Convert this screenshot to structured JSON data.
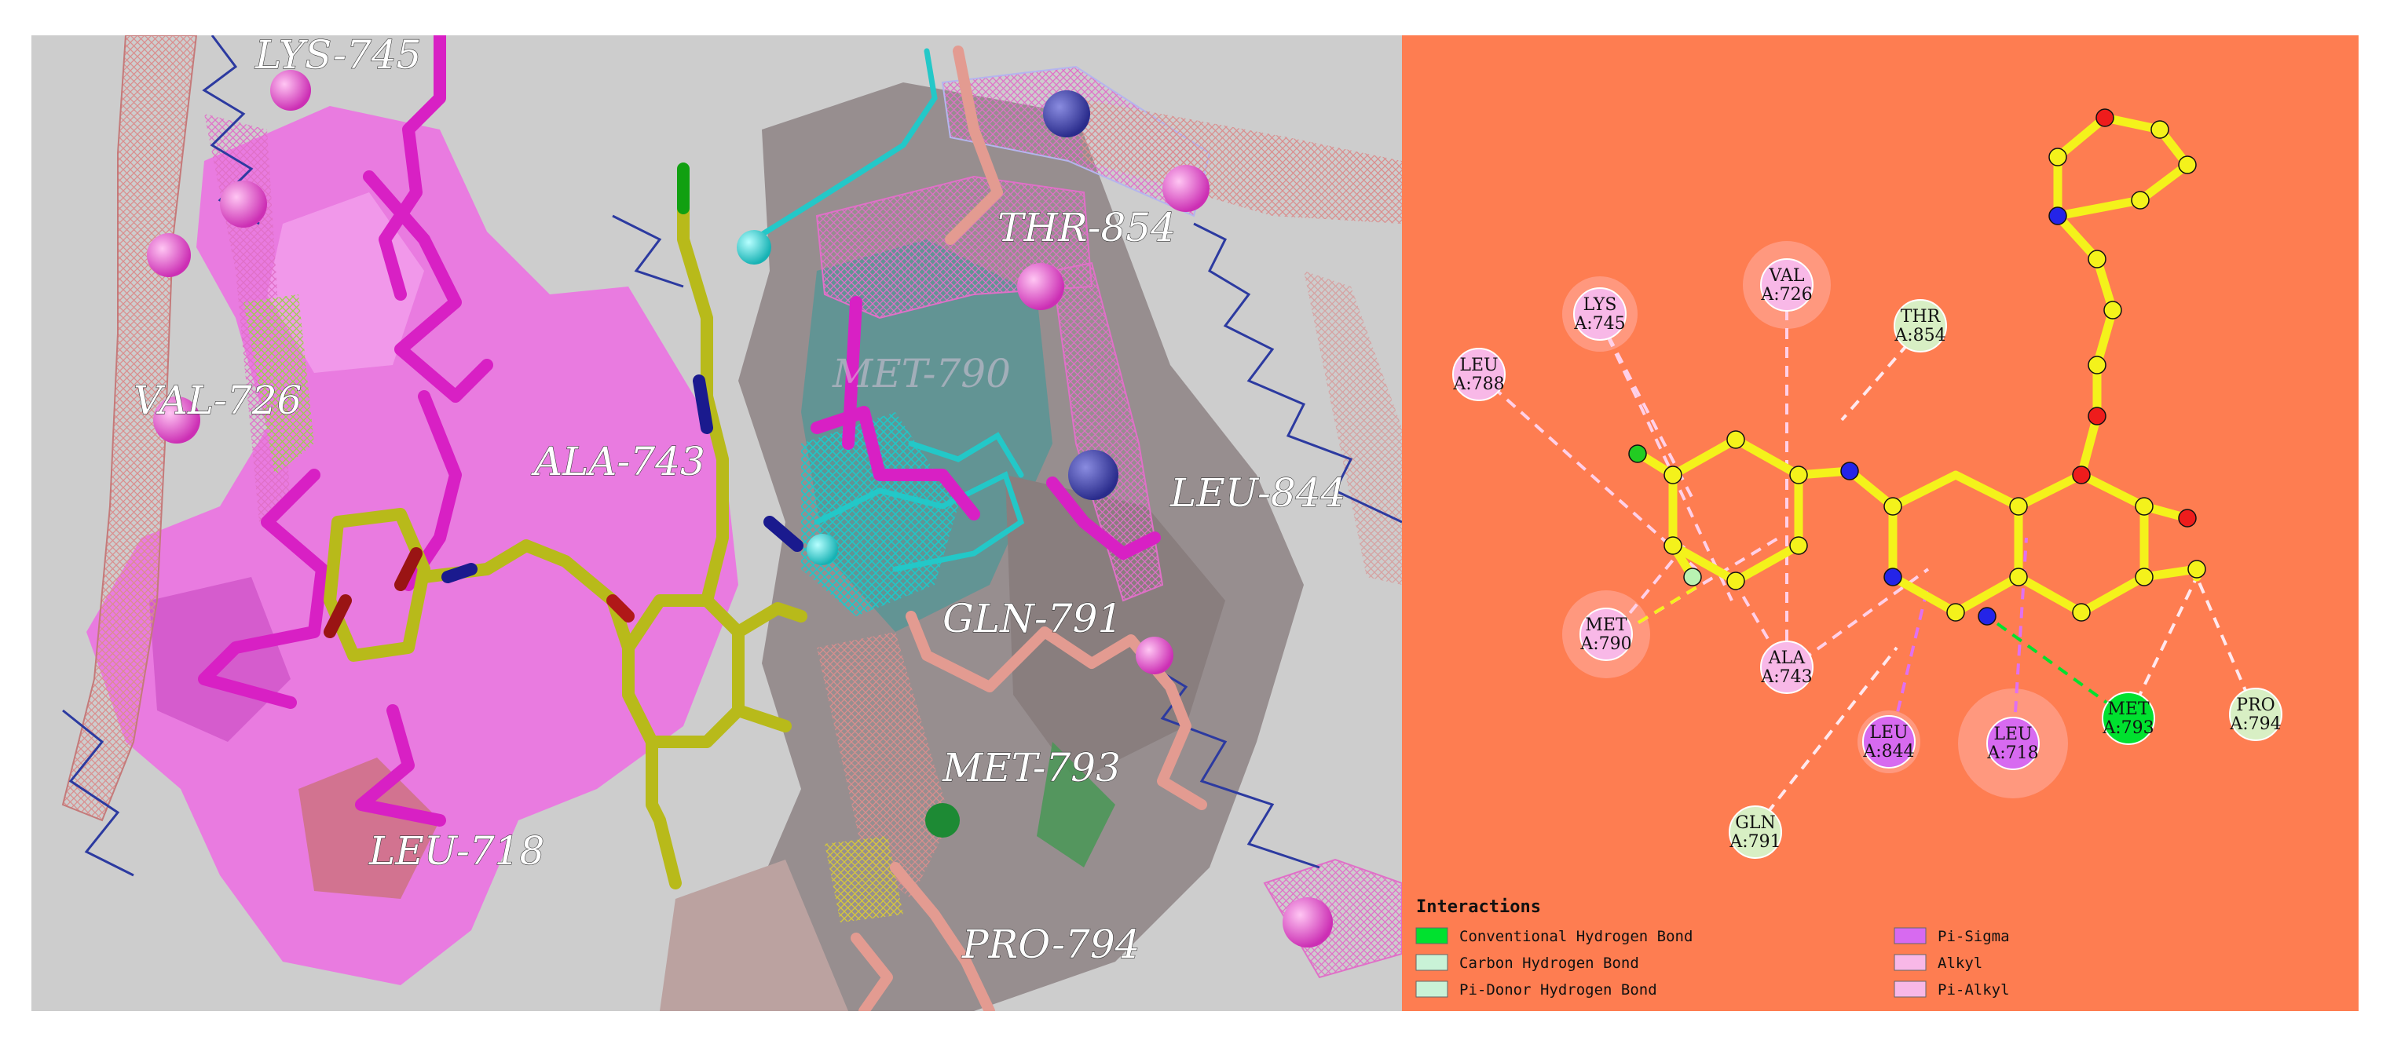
{
  "left_panel": {
    "labels": {
      "lys745": "LYS-745",
      "thr854": "THR-854",
      "met790": "MET-790",
      "val726": "VAL-726",
      "ala743": "ALA-743",
      "leu844": "LEU-844",
      "gln791": "GLN-791",
      "met793": "MET-793",
      "leu718": "LEU-718",
      "pro794": "PRO-794"
    }
  },
  "right_panel": {
    "residues": [
      {
        "name": "LYS",
        "id": "A:745",
        "type": "alkyl"
      },
      {
        "name": "VAL",
        "id": "A:726",
        "type": "alkyl"
      },
      {
        "name": "THR",
        "id": "A:854",
        "type": "carbon-h"
      },
      {
        "name": "LEU",
        "id": "A:788",
        "type": "alkyl"
      },
      {
        "name": "MET",
        "id": "A:790",
        "type": "alkyl"
      },
      {
        "name": "ALA",
        "id": "A:743",
        "type": "alkyl"
      },
      {
        "name": "LEU",
        "id": "A:844",
        "type": "pi-sigma"
      },
      {
        "name": "LEU",
        "id": "A:718",
        "type": "pi-sigma"
      },
      {
        "name": "GLN",
        "id": "A:791",
        "type": "carbon-h"
      },
      {
        "name": "MET",
        "id": "A:793",
        "type": "conventional-h"
      },
      {
        "name": "PRO",
        "id": "A:794",
        "type": "carbon-h"
      }
    ],
    "legend": {
      "title": "Interactions",
      "items": [
        {
          "label": "Conventional Hydrogen Bond",
          "color": "#00e12f"
        },
        {
          "label": "Carbon Hydrogen Bond",
          "color": "#c9f2d7"
        },
        {
          "label": "Pi-Donor Hydrogen Bond",
          "color": "#c9f2d7"
        },
        {
          "label": "Pi-Sigma",
          "color": "#d76af0"
        },
        {
          "label": "Alkyl",
          "color": "#f8b8e7"
        },
        {
          "label": "Pi-Alkyl",
          "color": "#f8b8e7"
        }
      ]
    },
    "colors": {
      "background": "#fe7d51",
      "carbon": "#f4f21b",
      "nitrogen": "#2424e8",
      "oxygen": "#ee1c1c",
      "chlorine": "#22cc22",
      "fluorine": "#b9f2b2"
    }
  }
}
